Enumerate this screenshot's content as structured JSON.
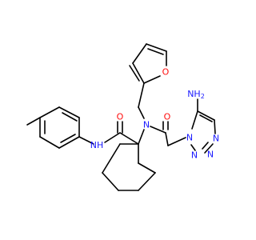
{
  "colors": {
    "carbon": "#000000",
    "nitrogen": "#1a1aff",
    "oxygen": "#ff0d0d",
    "background": "#ffffff"
  },
  "atoms": [
    {
      "id": "C_me",
      "label": ""
    },
    {
      "id": "N_amide",
      "label": "N",
      "suffix": "H",
      "element": "N"
    },
    {
      "id": "O_amide",
      "label": "O",
      "element": "O"
    },
    {
      "id": "N_center",
      "label": "N",
      "element": "N"
    },
    {
      "id": "O_furan",
      "label": "O",
      "element": "O"
    },
    {
      "id": "O_acyl",
      "label": "O",
      "element": "O"
    },
    {
      "id": "N_amino",
      "label": "NH",
      "sub": "2",
      "element": "N"
    },
    {
      "id": "N_t1",
      "label": "N",
      "element": "N"
    },
    {
      "id": "N_t2",
      "label": "N",
      "element": "N"
    },
    {
      "id": "N_t3",
      "label": "N",
      "element": "N"
    },
    {
      "id": "N_t4",
      "label": "N",
      "element": "N"
    }
  ]
}
